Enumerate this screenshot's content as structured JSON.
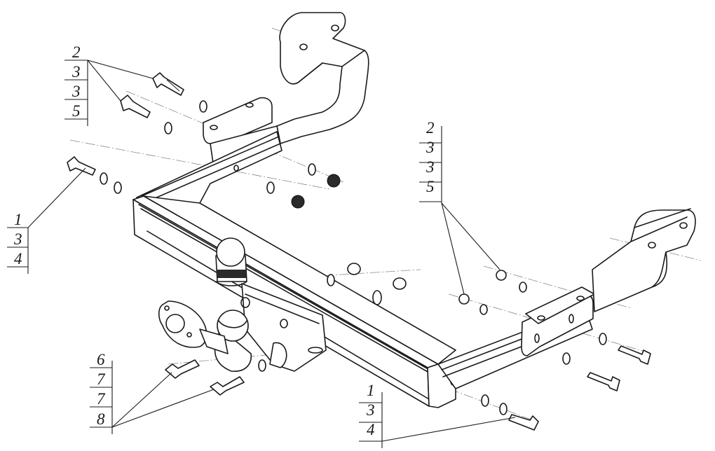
{
  "callouts": {
    "top_left": [
      "2",
      "3",
      "3",
      "5"
    ],
    "left": [
      "1",
      "3",
      "4"
    ],
    "right": [
      "2",
      "3",
      "3",
      "5"
    ],
    "bottom_left": [
      "6",
      "7",
      "7",
      "8"
    ],
    "bottom": [
      "1",
      "3",
      "4"
    ]
  }
}
